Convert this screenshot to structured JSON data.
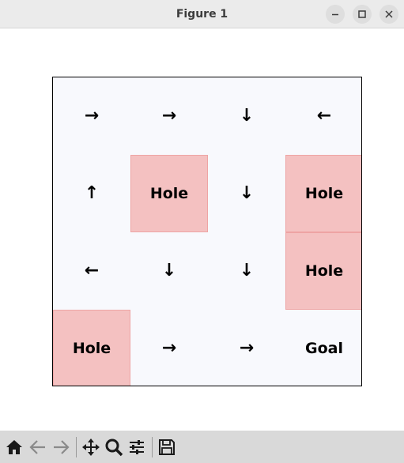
{
  "window": {
    "title": "Figure 1"
  },
  "grid": {
    "cells": [
      {
        "kind": "arrow",
        "text": "→"
      },
      {
        "kind": "arrow",
        "text": "→"
      },
      {
        "kind": "arrow",
        "text": "↓"
      },
      {
        "kind": "arrow",
        "text": "←"
      },
      {
        "kind": "arrow",
        "text": "↑"
      },
      {
        "kind": "hole",
        "text": "Hole"
      },
      {
        "kind": "arrow",
        "text": "↓"
      },
      {
        "kind": "hole",
        "text": "Hole"
      },
      {
        "kind": "arrow",
        "text": "←"
      },
      {
        "kind": "arrow",
        "text": "↓"
      },
      {
        "kind": "arrow",
        "text": "↓"
      },
      {
        "kind": "hole",
        "text": "Hole"
      },
      {
        "kind": "hole",
        "text": "Hole"
      },
      {
        "kind": "arrow",
        "text": "→"
      },
      {
        "kind": "arrow",
        "text": "→"
      },
      {
        "kind": "goal",
        "text": "Goal"
      }
    ],
    "hole_color": "#f4c1c1",
    "background_color": "#f8f9fd"
  },
  "toolbar": {
    "tools": [
      "home-icon",
      "back-arrow-icon",
      "forward-arrow-icon",
      "pan-icon",
      "zoom-icon",
      "configure-subplots-icon",
      "save-icon"
    ]
  }
}
